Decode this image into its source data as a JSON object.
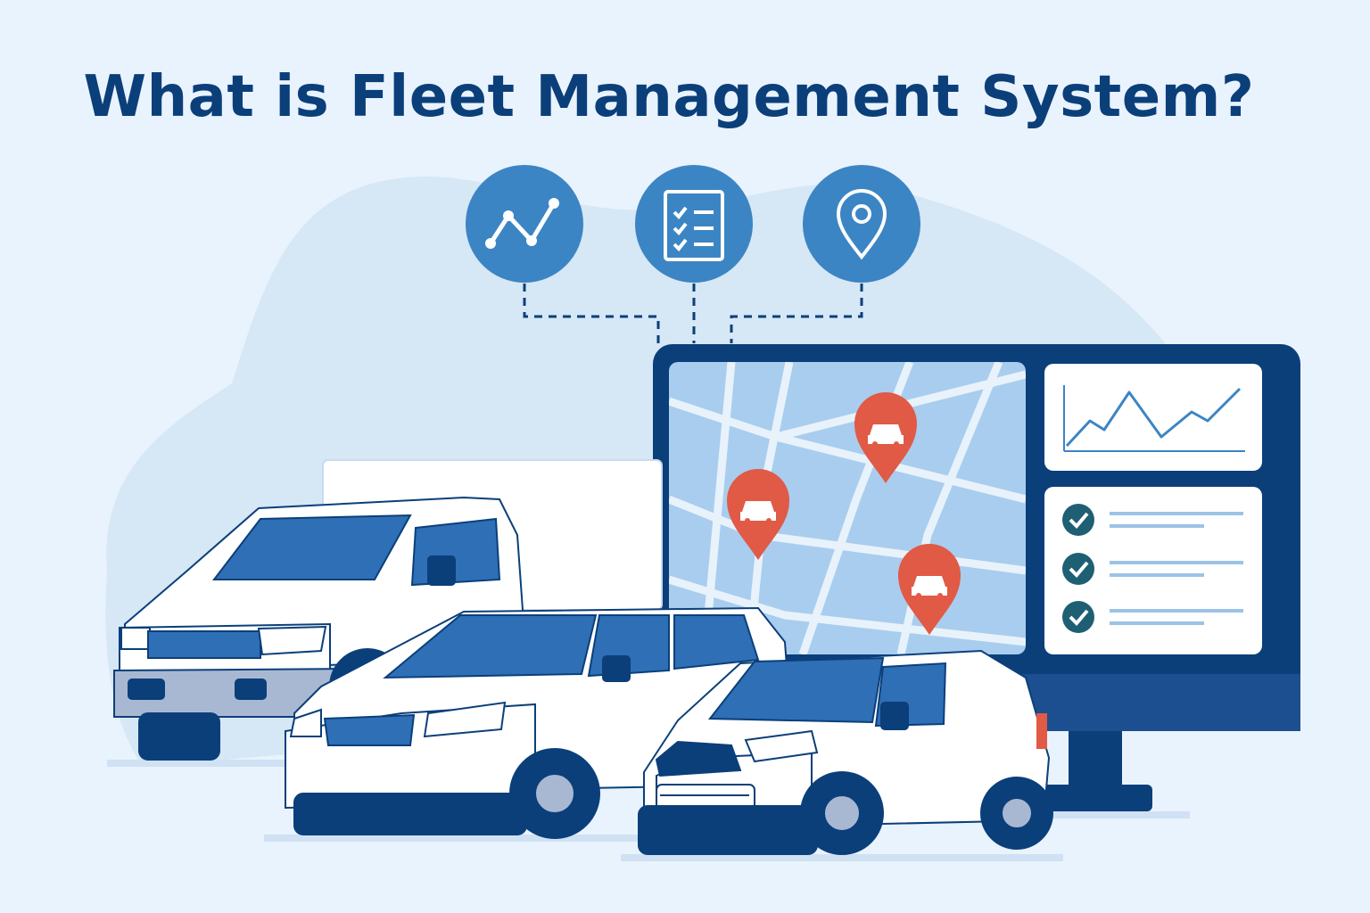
{
  "header": {
    "title": "What is Fleet Management System?"
  },
  "feature_icons": [
    {
      "icon": "trend-line-icon"
    },
    {
      "icon": "checklist-icon"
    },
    {
      "icon": "location-pin-icon"
    }
  ],
  "dashboard": {
    "map_markers": [
      {
        "icon": "car-marker-icon"
      },
      {
        "icon": "car-marker-icon"
      },
      {
        "icon": "car-marker-icon"
      }
    ],
    "checklist_items": 3
  },
  "vehicles": [
    "box-truck",
    "suv",
    "delivery-van"
  ],
  "colors": {
    "background": "#e9f3fd",
    "blob": "#d6e7f6",
    "navy": "#0b3f7a",
    "brand_blue": "#3c85c4",
    "window_blue": "#2e6fb6",
    "map_water": "#a9cdee",
    "marker_red": "#e05a45",
    "check_teal": "#1e5f74",
    "white": "#ffffff"
  }
}
